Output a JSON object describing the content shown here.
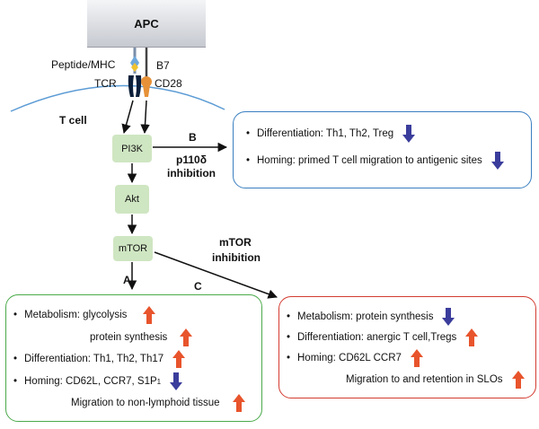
{
  "colors": {
    "box_blue": "#3a7fc0",
    "box_green": "#4aaa4a",
    "box_red": "#d33b30",
    "node_fill": "#cfe6c2",
    "up_arrow": "#e8542c",
    "down_arrow": "#3b3d9c"
  },
  "apc": {
    "label": "APC"
  },
  "receptors": {
    "peptide_mhc": "Peptide/MHC",
    "tcr": "TCR",
    "b7": "B7",
    "cd28": "CD28"
  },
  "cell_label": "T cell",
  "nodes": {
    "pi3k": "PI3K",
    "akt": "Akt",
    "mtor": "mTOR"
  },
  "pathway_labels": {
    "a": "A",
    "b": "B",
    "c": "C",
    "p110_line1": "p110δ",
    "p110_line2": "inhibition",
    "mtor_line1": "mTOR",
    "mtor_line2": "inhibition"
  },
  "box_b": {
    "items": [
      {
        "text": "Differentiation:  Th1, Th2, Treg",
        "arrow": "down"
      },
      {
        "text": "Homing: primed T cell migration to antigenic sites",
        "arrow": "down"
      }
    ]
  },
  "box_a": {
    "items": [
      {
        "text": "Metabolism: glycolysis",
        "arrow": "up"
      },
      {
        "text": "protein synthesis",
        "arrow": "up"
      },
      {
        "text": "Differentiation:  Th1, Th2, Th17",
        "arrow": "up"
      },
      {
        "text": "Homing:  CD62L, CCR7, S1P",
        "sub": "1",
        "arrow": "down"
      },
      {
        "text": "Migration to non-lymphoid tissue",
        "arrow": "up"
      }
    ]
  },
  "box_c": {
    "items": [
      {
        "text": "Metabolism:  protein synthesis",
        "arrow": "down"
      },
      {
        "text": "Differentiation: anergic T cell,Tregs",
        "arrow": "up"
      },
      {
        "text": "Homing: CD62L CCR7",
        "arrow": "up"
      },
      {
        "text": "Migration to and retention in SLOs",
        "arrow": "up"
      }
    ]
  },
  "bullet": "•"
}
